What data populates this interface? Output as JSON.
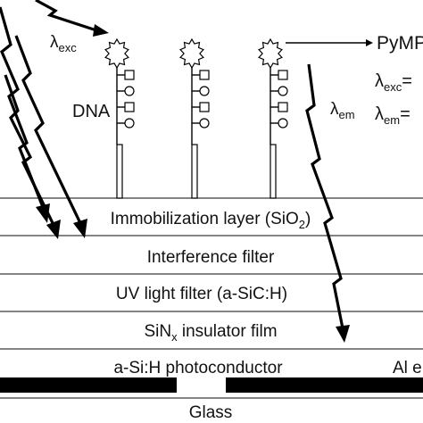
{
  "labels": {
    "lambda_exc_sym": "λ",
    "lambda_exc_sub": "exc",
    "lambda_em_sym": "λ",
    "lambda_em_sub": "em",
    "dna": "DNA",
    "pymp": "PyMP",
    "right_exc_sym": "λ",
    "right_exc_sub": "exc",
    "right_eq": "=",
    "right_em_sym": "λ",
    "right_em_sub": "em",
    "right_em_eq": "="
  },
  "layers": {
    "immobilization_main": "Immobilization layer (SiO",
    "immobilization_sub": "2",
    "immobilization_close": ")",
    "interference": "Interference filter",
    "uv_filter": "UV light filter (a-SiC:H)",
    "sinx_main": "SiN",
    "sinx_sub": "x",
    "sinx_rest": " insulator film",
    "photoconductor": "a-Si:H photoconductor",
    "electrode": "Al e",
    "glass": "Glass"
  }
}
